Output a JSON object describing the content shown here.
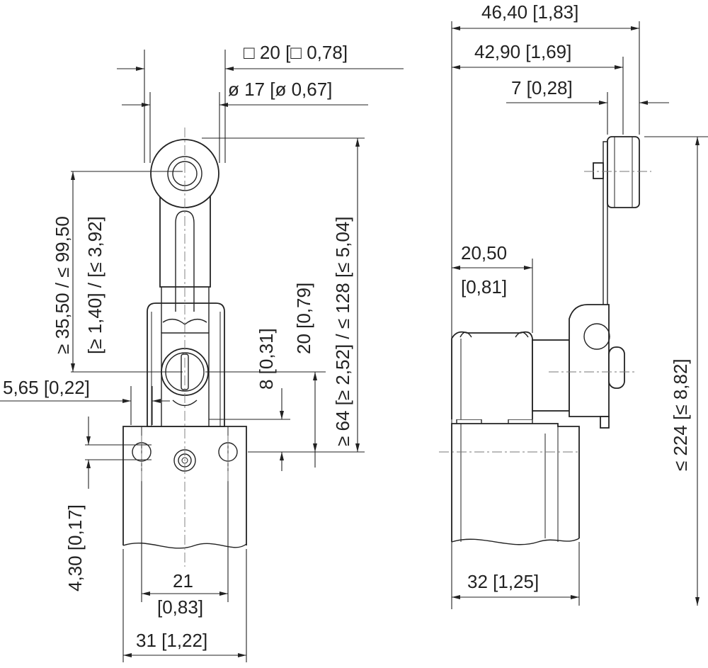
{
  "dimensions": {
    "overall_width": "46,40 [1,83]",
    "width_to_roller": "42,90 [1,69]",
    "roller_width": "7 [0,28]",
    "square_lever": "□ 20 [□ 0,78]",
    "roller_diameter": "ø 17 [ø 0,67]",
    "lever_radius": "≥ 35,50 / ≤ 99,50",
    "lever_radius_inch": "[≥ 1,40] / [≤ 3,92]",
    "hub_height": "8 [0,31]",
    "hub_to_mount": "20 [0,79]",
    "roller_height": "≥ 64 [≥ 2,52] / ≤ 128 [≤ 5,04]",
    "head_offset": "5,65 [0,22]",
    "mount_hole_offset": "4,30 [0,17]",
    "head_depth_mm": "20,50",
    "head_depth_inch": "[0,81]",
    "total_height": "≤ 224 [≤ 8,82]",
    "hole_spacing_mm": "21",
    "hole_spacing_inch": "[0,83]",
    "housing_width": "31 [1,22]",
    "housing_depth": "32 [1,25]"
  }
}
